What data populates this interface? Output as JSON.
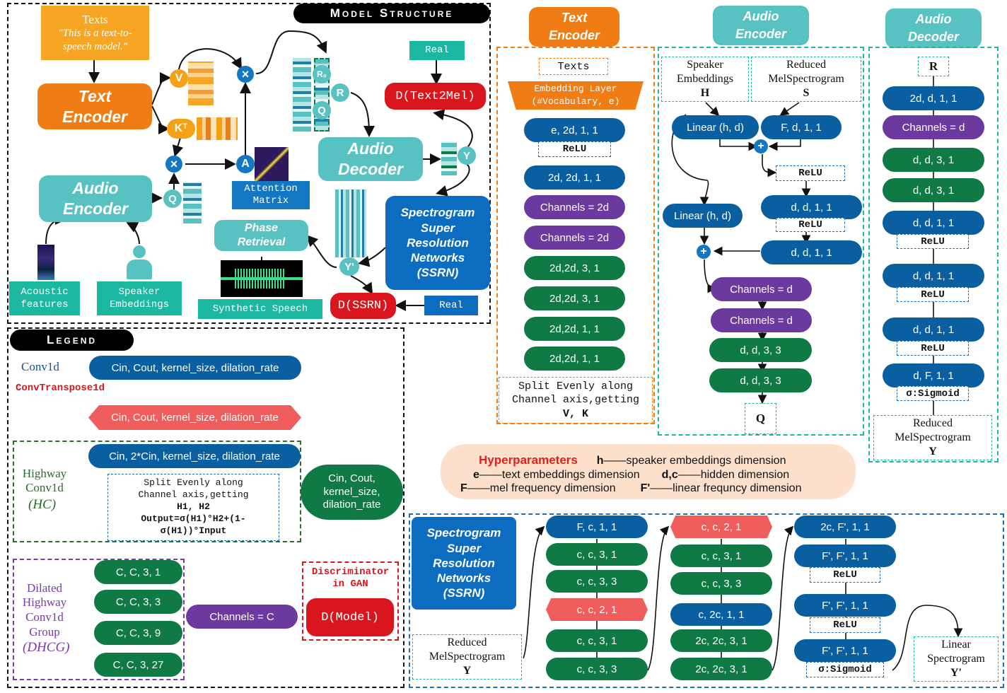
{
  "model_structure": {
    "title": "Model Structure",
    "texts_box": {
      "label": "Texts",
      "quote": "\"This is a text-to-speech model.\""
    },
    "text_encoder": "Text Encoder",
    "audio_encoder": "Audio Encoder",
    "audio_decoder": "Audio Decoder",
    "ssrn": "Spectrogram Super Resolution Networks (SSRN)",
    "phase_retrieval": "Phase Retrieval",
    "acoustic_features": "Acoustic features",
    "speaker_embeddings": "Speaker Embeddings",
    "attention_matrix": "Attention Matrix",
    "synthetic_speech": "Synthetic Speech",
    "real_top": "Real",
    "real_bottom": "Real",
    "d_text2mel": "D(Text2Mel)",
    "d_ssrn": "D(SSRN)",
    "sym_v": "V",
    "sym_kt": "Kᵀ",
    "sym_q": "Q",
    "sym_q2": "Q",
    "sym_a": "A",
    "sym_r0": "R₀",
    "sym_r": "R",
    "sym_y": "Y",
    "sym_y2": "Y'",
    "times": "×"
  },
  "legend": {
    "title": "Legend",
    "conv1d_label": "Conv1d",
    "conv1d_pill": "Cin, Cout, kernel_size, dilation_rate",
    "convtranspose_label": "ConvTranspose1d",
    "convtranspose_pill": "Cin, Cout, kernel_size, dilation_rate",
    "highway_label": "Highway Conv1d",
    "highway_abbr": "(HC)",
    "highway_pill": "Cin, 2*Cin, kernel_size, dilation_rate",
    "highway_split_1": "Split Evenly along",
    "highway_split_2": "Channel axis,getting",
    "highway_split_3": "H1, H2",
    "highway_split_4": "Output=σ(H1)°H2+(1-",
    "highway_split_5": "σ(H1))°Input",
    "highway_green": "Cin, Cout, kernel_size, dilation_rate",
    "dhcg_label": "Dilated Highway Conv1d Group",
    "dhcg_abbr": "(DHCG)",
    "dhcg_items": [
      "C, C, 3, 1",
      "C, C, 3, 3",
      "C, C, 3, 9",
      "C, C, 3, 27"
    ],
    "dhcg_channels": "Channels = C",
    "discriminator_label": "Discriminator in GAN",
    "discriminator_box": "D(Model)"
  },
  "text_encoder_panel": {
    "header": "Text Encoder",
    "texts": "Texts",
    "embedding_1": "Embedding Layer",
    "embedding_2": "(#Vocabulary, e)",
    "layers": [
      {
        "kind": "blue",
        "text": "e, 2d, 1, 1"
      },
      {
        "kind": "relu",
        "text": "ReLU"
      },
      {
        "kind": "blue",
        "text": "2d, 2d, 1, 1"
      },
      {
        "kind": "purple",
        "text": "Channels = 2d"
      },
      {
        "kind": "purple",
        "text": "Channels = 2d"
      },
      {
        "kind": "green",
        "text": "2d,2d, 3, 1"
      },
      {
        "kind": "green",
        "text": "2d,2d, 3, 1"
      },
      {
        "kind": "green",
        "text": "2d,2d, 1, 1"
      },
      {
        "kind": "green",
        "text": "2d,2d, 1, 1"
      }
    ],
    "split_1": "Split Evenly along",
    "split_2": "Channel axis,getting",
    "split_3": "V, K"
  },
  "audio_encoder_panel": {
    "header": "Audio Encoder",
    "speaker_1": "Speaker",
    "speaker_2": "Embeddings",
    "speaker_3": "H",
    "reduced_1": "Reduced",
    "reduced_2": "MelSpectrogram",
    "reduced_3": "S",
    "linear_hd_top": "Linear (h, d)",
    "fd11": "F, d, 1, 1",
    "relu_1": "ReLU",
    "linear_hd_left": "Linear (h, d)",
    "dd11_a": "d, d, 1, 1",
    "relu_2": "ReLU",
    "dd11_b": "d, d, 1, 1",
    "channels_1": "Channels = d",
    "channels_2": "Channels = d",
    "dd33_a": "d, d, 3, 3",
    "dd33_b": "d, d, 3, 3",
    "output": "Q",
    "plus": "+"
  },
  "audio_decoder_panel": {
    "header": "Audio Decoder",
    "input": "R",
    "l1": "2d, d, 1, 1",
    "l2": "Channels = d",
    "l3": "d, d, 3, 1",
    "l4": "d, d, 3, 1",
    "l5": "d, d, 1, 1",
    "relu_1": "ReLU",
    "l6": "d, d, 1, 1",
    "relu_2": "ReLU",
    "l7": "d, d, 1, 1",
    "relu_3": "ReLU",
    "l8": "d, F, 1, 1",
    "sigmoid": "σ:Sigmoid",
    "out_1": "Reduced",
    "out_2": "MelSpectrogram",
    "out_3": "Y"
  },
  "hyperparameters": {
    "title": "Hyperparameters",
    "h_key": "h",
    "h_text": "——speaker embeddings dimension",
    "e_key": "e",
    "e_text": "——text embeddings dimension",
    "dc_key": "d,c",
    "dc_text": "——hidden dimension",
    "f_key": "F",
    "f_text": "——mel frequency dimension",
    "fp_key": "F'",
    "fp_text": "——linear frequncy dimension"
  },
  "ssrn_panel": {
    "title": "Spectrogram Super Resolution Networks (SSRN)",
    "input_1": "Reduced",
    "input_2": "MelSpectrogram",
    "input_3": "Y",
    "col1": [
      {
        "kind": "blue",
        "text": "F, c, 1, 1"
      },
      {
        "kind": "green",
        "text": "c, c, 3, 1"
      },
      {
        "kind": "green",
        "text": "c, c, 3, 3"
      },
      {
        "kind": "red",
        "text": "c, c, 2, 1"
      },
      {
        "kind": "green",
        "text": "c, c, 3, 1"
      },
      {
        "kind": "green",
        "text": "c, c, 3, 3"
      }
    ],
    "col2": [
      {
        "kind": "red",
        "text": "c, c, 2, 1"
      },
      {
        "kind": "green",
        "text": "c, c, 3, 1"
      },
      {
        "kind": "green",
        "text": "c, c, 3, 3"
      },
      {
        "kind": "blue",
        "text": "c, 2c, 1, 1"
      },
      {
        "kind": "green",
        "text": "2c, 2c, 3, 1"
      },
      {
        "kind": "green",
        "text": "2c, 2c, 3, 1"
      }
    ],
    "col3_l1": "2c, F', 1, 1",
    "col3_l2": "F', F', 1, 1",
    "col3_relu1": "ReLU",
    "col3_l3": "F', F', 1, 1",
    "col3_relu2": "ReLU",
    "col3_l4": "F', F', 1, 1",
    "col3_sigmoid": "σ:Sigmoid",
    "output_1": "Linear",
    "output_2": "Spectrogram",
    "output_3": "Y'"
  },
  "colors": {
    "conv_blue": "#0a5fa1",
    "channels_purple": "#6c3a9e",
    "highway_green": "#0f7a43",
    "convtranspose_red": "#ef5d5d",
    "encoder_orange": "#ef7d14",
    "audio_teal": "#58c2c2",
    "discriminator_red": "#d9151e"
  }
}
